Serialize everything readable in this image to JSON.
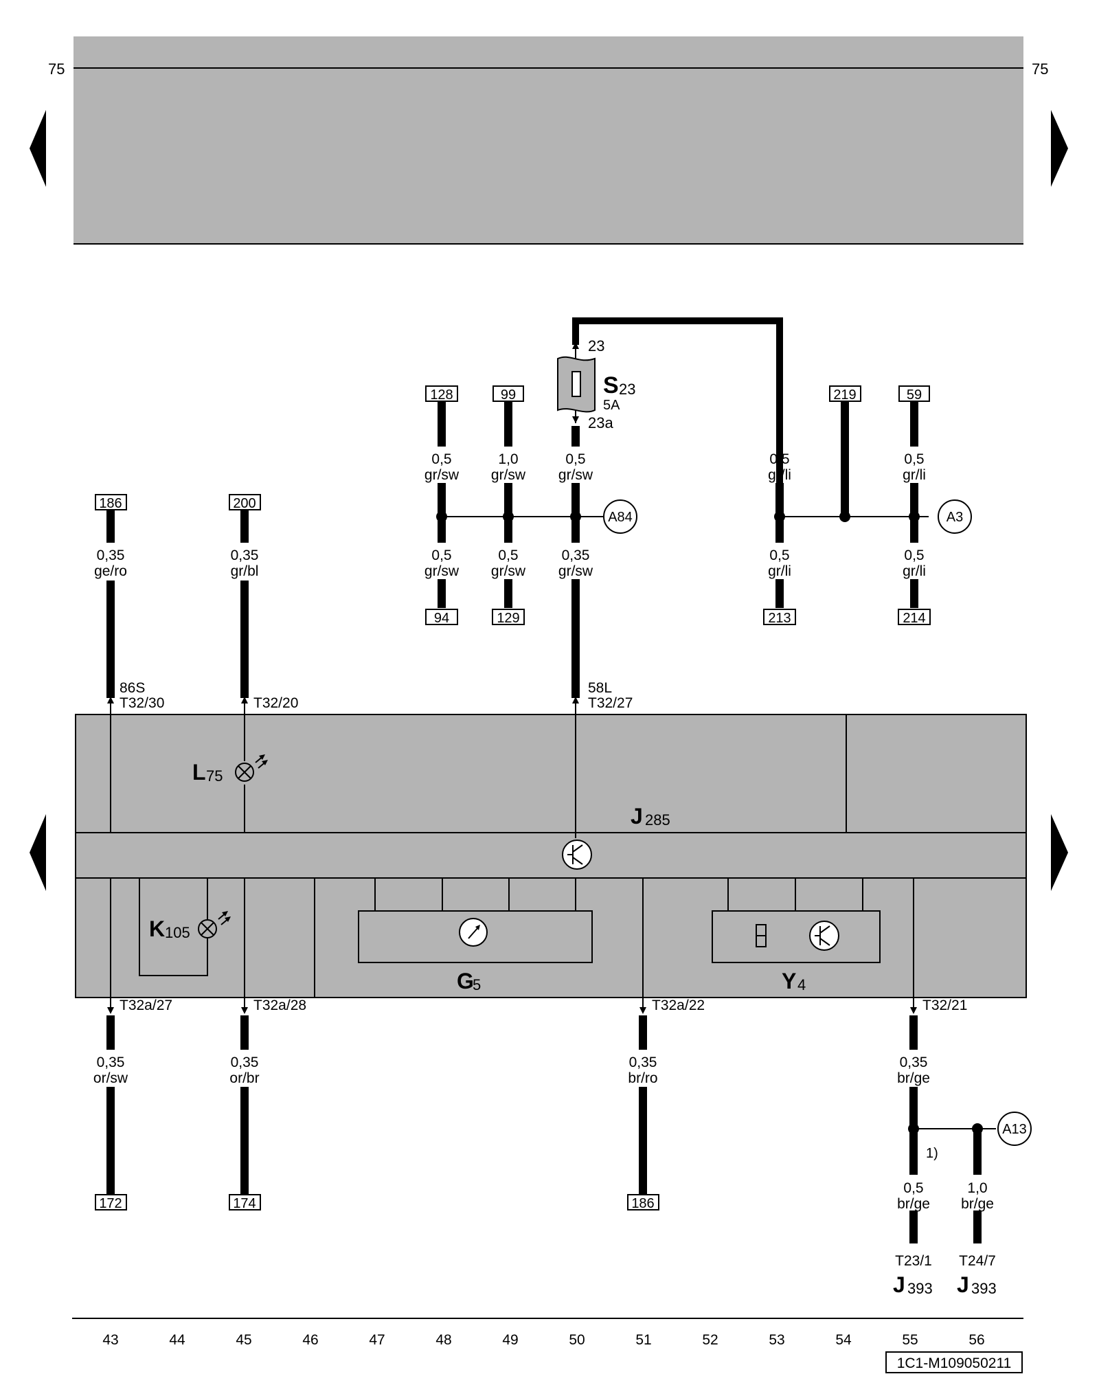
{
  "page": {
    "line_number": "75",
    "diagram_code": "1C1-M109050211"
  },
  "columns": [
    "43",
    "44",
    "45",
    "46",
    "47",
    "48",
    "49",
    "50",
    "51",
    "52",
    "53",
    "54",
    "55",
    "56"
  ],
  "components": {
    "fuse": {
      "letter": "S",
      "sub": "23",
      "rating": "5A",
      "pin_in": "23",
      "pin_out": "23a"
    },
    "control_unit": {
      "letter": "J",
      "sub": "285"
    },
    "lamp_l": {
      "letter": "L",
      "sub": "75"
    },
    "lamp_k": {
      "letter": "K",
      "sub": "105"
    },
    "gauge": {
      "letter": "G",
      "sub": "5"
    },
    "display": {
      "letter": "Y",
      "sub": "4"
    },
    "j393_a": {
      "letter": "J",
      "sub": "393",
      "pin": "T23/1"
    },
    "j393_b": {
      "letter": "J",
      "sub": "393",
      "pin": "T24/7"
    }
  },
  "references": {
    "r186_top": "186",
    "r200": "200",
    "r128": "128",
    "r99": "99",
    "r219": "219",
    "r59": "59",
    "r94": "94",
    "r129": "129",
    "r213": "213",
    "r214": "214",
    "r172": "172",
    "r174": "174",
    "r186_bot": "186"
  },
  "connections": {
    "a84": "A84",
    "a3": "A3",
    "a13": "A13"
  },
  "wires": {
    "w43_top": {
      "size": "0,35",
      "color": "ge/ro"
    },
    "w45_top": {
      "size": "0,35",
      "color": "gr/bl"
    },
    "w48_up": {
      "size": "0,5",
      "color": "gr/sw"
    },
    "w49_up": {
      "size": "1,0",
      "color": "gr/sw"
    },
    "w50_up": {
      "size": "0,5",
      "color": "gr/sw"
    },
    "w48_dn": {
      "size": "0,5",
      "color": "gr/sw"
    },
    "w49_dn": {
      "size": "0,5",
      "color": "gr/sw"
    },
    "w50_dn": {
      "size": "0,35",
      "color": "gr/sw"
    },
    "w53_up": {
      "size": "0,5",
      "color": "gr/li"
    },
    "w55_up": {
      "size": "0,5",
      "color": "gr/li"
    },
    "w53_dn": {
      "size": "0,5",
      "color": "gr/li"
    },
    "w55_dn": {
      "size": "0,5",
      "color": "gr/li"
    },
    "w43_bot": {
      "size": "0,35",
      "color": "or/sw"
    },
    "w45_bot": {
      "size": "0,35",
      "color": "or/br"
    },
    "w51_bot": {
      "size": "0,35",
      "color": "br/ro"
    },
    "w55_bot": {
      "size": "0,35",
      "color": "br/ge"
    },
    "w55_end": {
      "size": "0,5",
      "color": "br/ge"
    },
    "w56_end": {
      "size": "1,0",
      "color": "br/ge"
    }
  },
  "pins": {
    "p43_term": "86S",
    "p43": "T32/30",
    "p45": "T32/20",
    "p50_term": "58L",
    "p50": "T32/27",
    "p43_bot": "T32a/27",
    "p45_bot": "T32a/28",
    "p51_bot": "T32a/22",
    "p55_bot": "T32/21"
  },
  "footnote": "1)"
}
